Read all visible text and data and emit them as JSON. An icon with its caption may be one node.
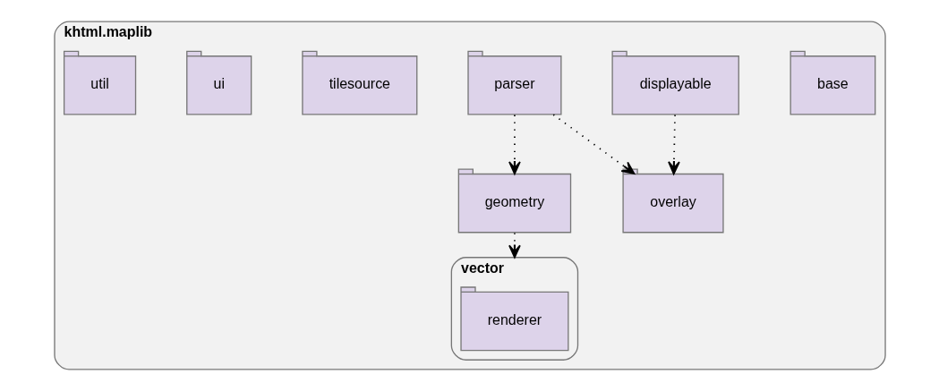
{
  "diagram": {
    "nodes": [
      {
        "text": [
          "khtml.maplib"
        ]
      },
      {
        "text": [
          "base"
        ],
        "in": 0
      },
      {
        "text": [
          "displayable"
        ],
        "in": 0
      },
      {
        "text": [
          "geometry"
        ],
        "in": 0
      },
      {
        "text": [
          "overlay"
        ],
        "in": 0
      },
      {
        "text": [
          "parser"
        ],
        "in": 0
      },
      {
        "text": [
          "tilesource"
        ],
        "in": 0
      },
      {
        "text": [
          "ui"
        ],
        "in": 0
      },
      {
        "text": [
          "util"
        ],
        "in": 0
      },
      {
        "text": [
          "vector"
        ],
        "in": 0
      },
      {
        "text": [
          "renderer"
        ],
        "in": 9
      }
    ],
    "edges": [
      {
        "from": 2,
        "to": 4,
        "arrow": "to",
        "style": "dashed"
      },
      {
        "from": 5,
        "to": 4,
        "arrow": "to",
        "style": "dashed"
      },
      {
        "from": 5,
        "to": 3,
        "arrow": "to",
        "style": "dashed"
      },
      {
        "from": 3,
        "to": 9,
        "arrow": "to",
        "style": "dashed"
      }
    ]
  }
}
